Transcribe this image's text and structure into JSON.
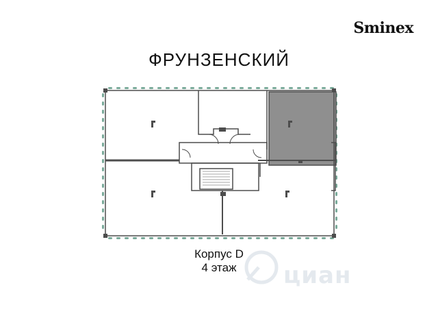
{
  "brand": {
    "logo_text": "Sminex"
  },
  "title": "ФРУНЗЕНСКИЙ",
  "caption": {
    "building": "Корпус D",
    "floor": "4 этаж"
  },
  "watermark": {
    "text": "циан"
  },
  "colors": {
    "walls": "#4d4d4d",
    "highlight": "#8f8f8f",
    "windows": "#7aaa9a",
    "background": "#ffffff"
  }
}
